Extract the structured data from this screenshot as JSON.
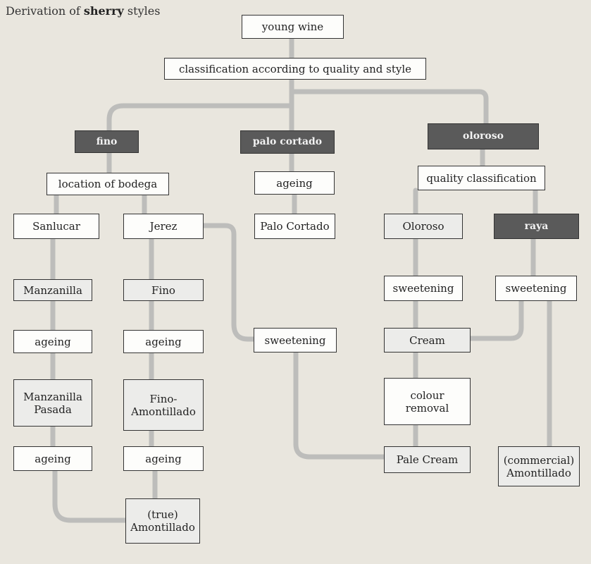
{
  "title": {
    "prefix": "Derivation of ",
    "bold": "sherry",
    "suffix": " styles"
  },
  "nodes": {
    "young_wine": "young wine",
    "classification": "classification according to quality and style",
    "fino_style": "fino",
    "palo_cortado_style": "palo cortado",
    "oloroso_style": "oloroso",
    "location": "location of bodega",
    "pc_ageing": "ageing",
    "quality_classification": "quality classification",
    "sanlucar": "Sanlucar",
    "jerez": "Jerez",
    "palo_cortado_wine": "Palo Cortado",
    "oloroso_wine": "Oloroso",
    "raya": "raya",
    "manzanilla": "Manzanilla",
    "fino_wine": "Fino",
    "olo_sweetening": "sweetening",
    "raya_sweetening": "sweetening",
    "manz_ageing": "ageing",
    "fino_ageing": "ageing",
    "mid_sweetening": "sweetening",
    "cream": "Cream",
    "manz_pasada": "Manzanilla\nPasada",
    "fino_amontillado": "Fino-\nAmontillado",
    "colour_removal": "colour\nremoval",
    "manz_ageing2": "ageing",
    "fino_ageing2": "ageing",
    "pale_cream": "Pale Cream",
    "commercial_amontillado": "(commercial)\nAmontillado",
    "true_amontillado": "(true)\nAmontillado"
  }
}
